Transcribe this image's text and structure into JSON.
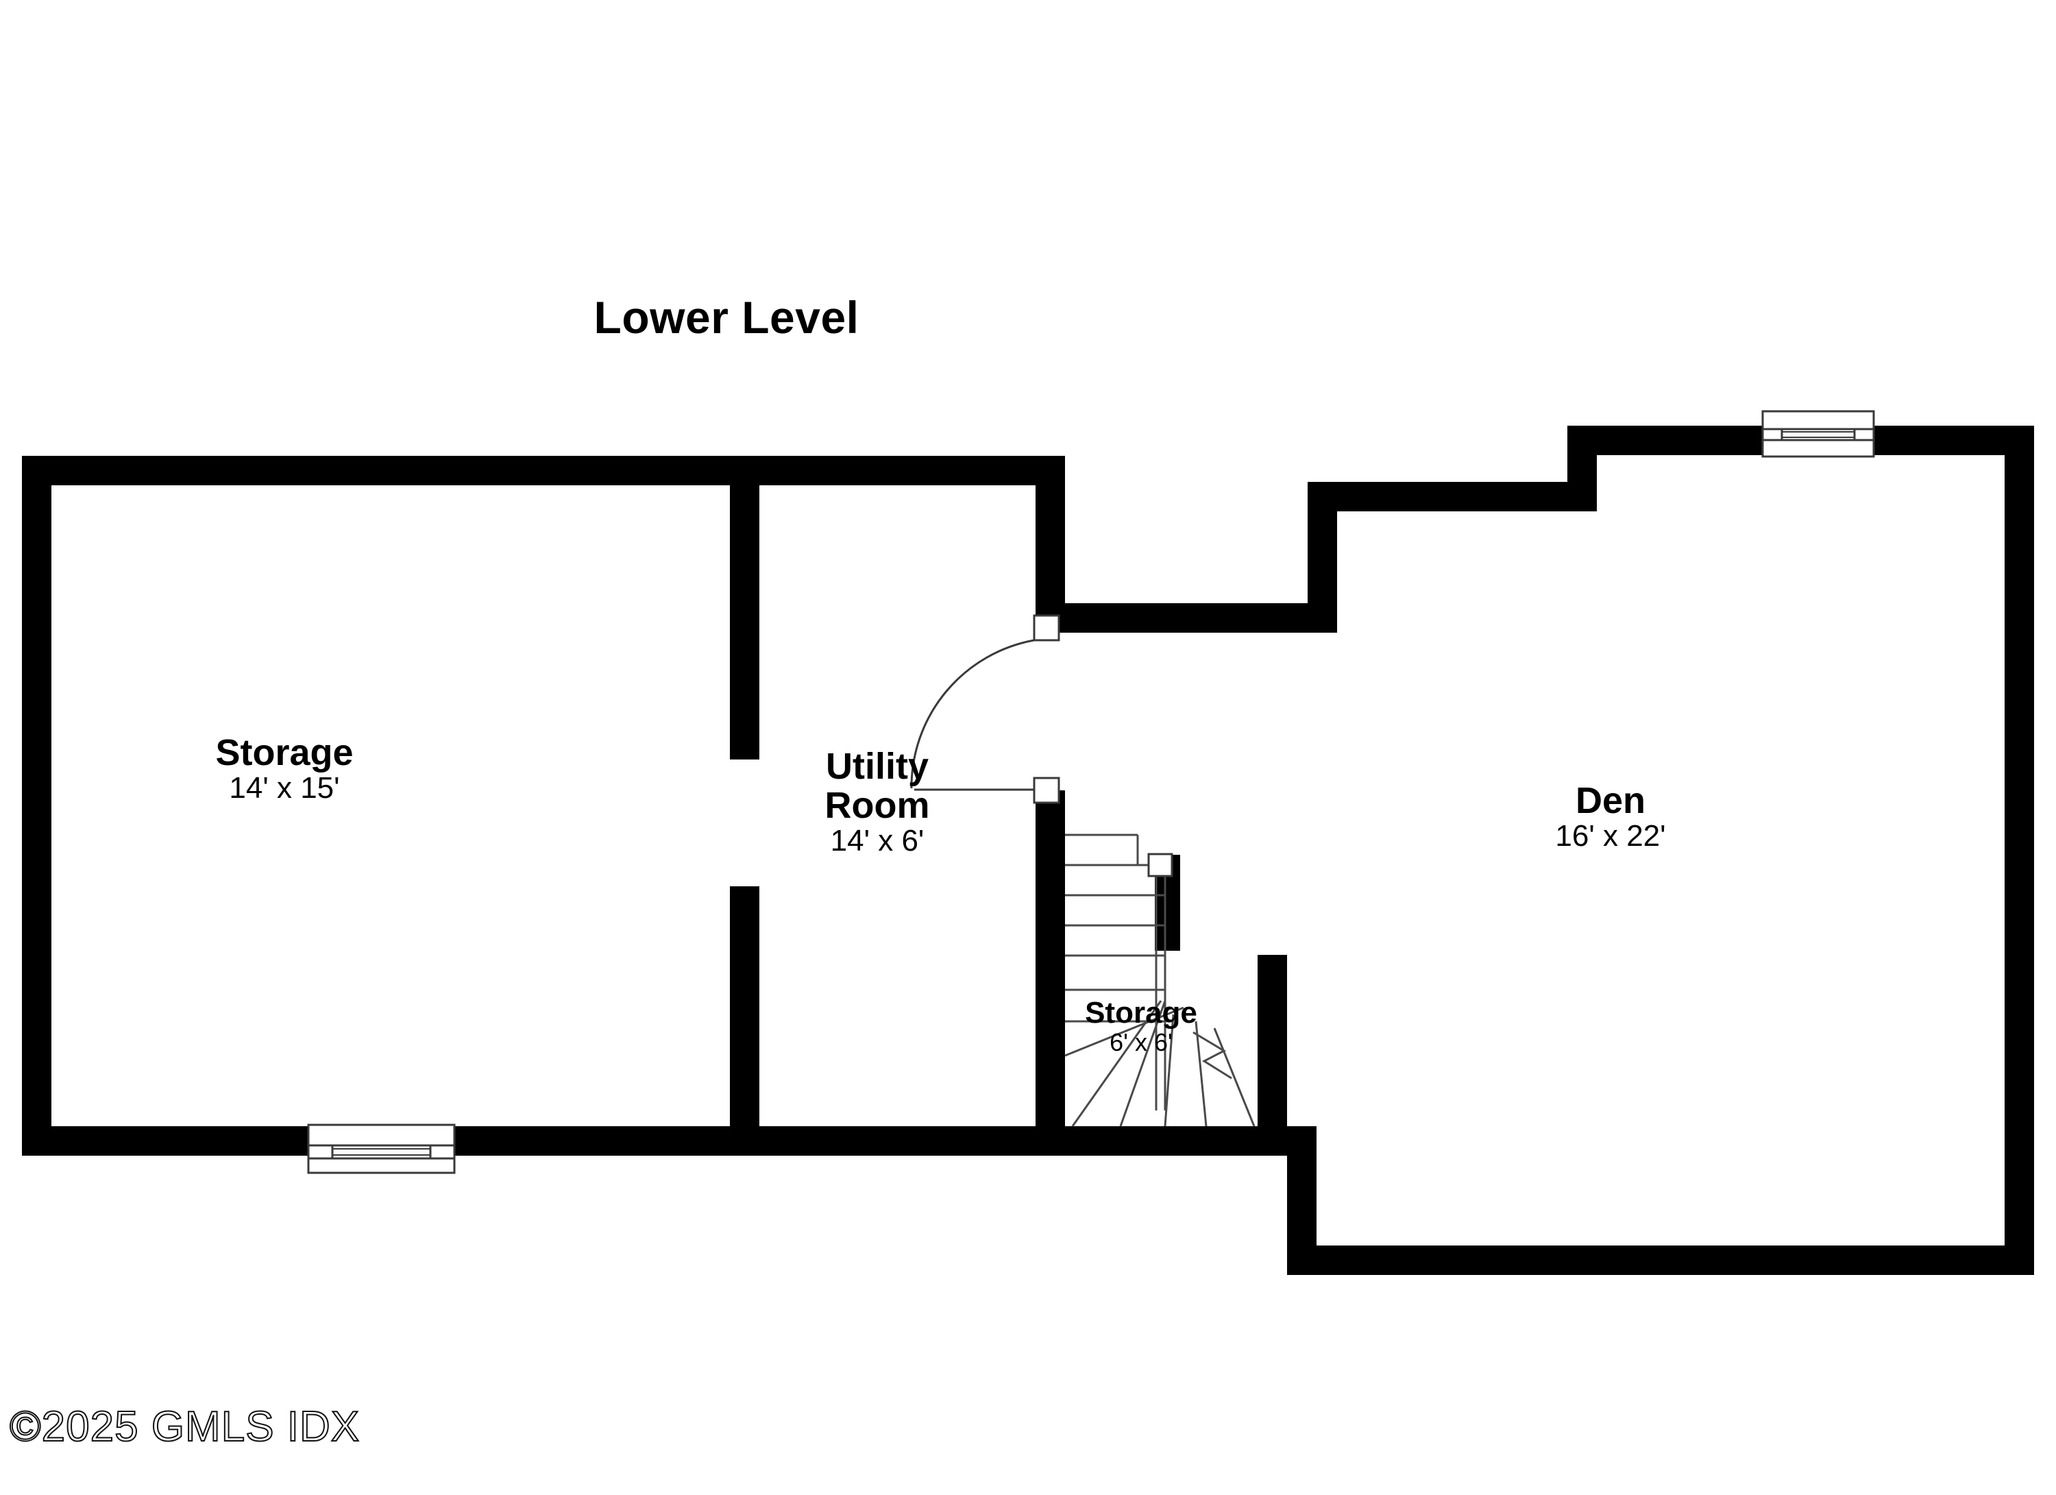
{
  "document": {
    "type": "floor-plan",
    "title": "Lower Level"
  },
  "rooms": [
    {
      "id": "storage-large",
      "name": "Storage",
      "dimensions": "14' x 15'"
    },
    {
      "id": "utility-room",
      "name": "Utility\nRoom",
      "name_line1": "Utility",
      "name_line2": "Room",
      "dimensions": "14' x 6'"
    },
    {
      "id": "storage-small",
      "name": "Storage",
      "dimensions": "6' x 6'"
    },
    {
      "id": "den",
      "name": "Den",
      "dimensions": "16' x 22'"
    }
  ],
  "features": {
    "windows": [
      {
        "id": "window-den-top",
        "name": "window"
      },
      {
        "id": "window-storage-bottom",
        "name": "window"
      }
    ],
    "doors": [
      {
        "id": "door-utility-room",
        "name": "swing-door"
      }
    ],
    "stairs": [
      {
        "id": "stairs-main",
        "name": "staircase",
        "straight_treads": 5,
        "winder_treads": 4,
        "direction": "down"
      }
    ],
    "openings": [
      {
        "id": "opening-storage-utility",
        "name": "wall-opening"
      }
    ]
  },
  "watermark": {
    "text": "©2025 GMLS IDX"
  },
  "colors": {
    "wall": "#000000",
    "background": "#ffffff",
    "detail_line": "#4a4a4a",
    "text": "#000000"
  }
}
